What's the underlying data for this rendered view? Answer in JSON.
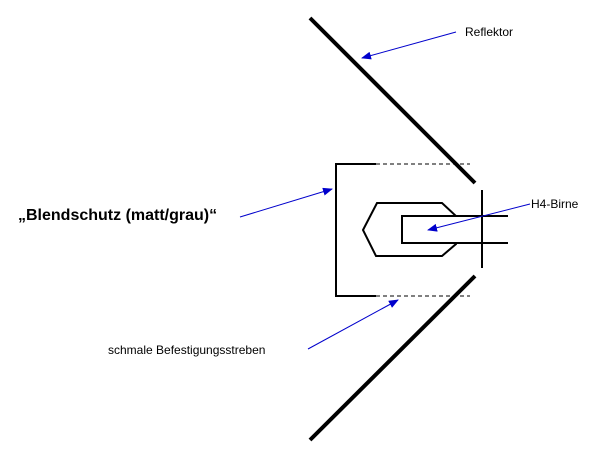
{
  "labels": {
    "reflector": "Reflektor",
    "glare_shield": "„Blendschutz (matt/grau)“",
    "bulb": "H4-Birne",
    "struts": "schmale Befestigungsstreben"
  },
  "colors": {
    "lines": "#000000",
    "arrows": "#0000cc"
  }
}
